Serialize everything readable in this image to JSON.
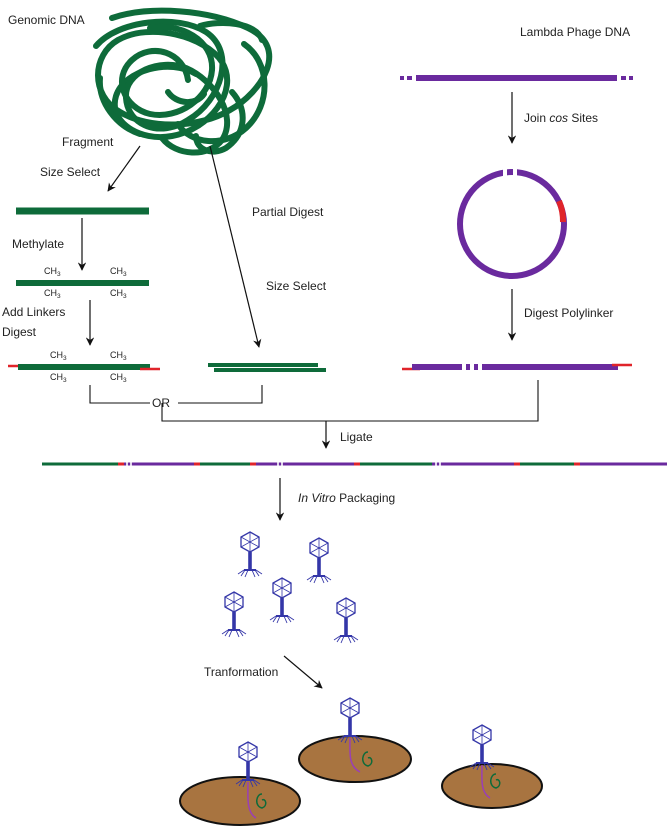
{
  "labels": {
    "genomic_dna": "Genomic DNA",
    "lambda_dna": "Lambda Phage DNA",
    "fragment": "Fragment",
    "size_select_1": "Size Select",
    "methylate": "Methylate",
    "add_linkers": "Add Linkers",
    "digest": "Digest",
    "partial_digest": "Partial Digest",
    "size_select_2": "Size Select",
    "join_cos_pre": "Join ",
    "join_cos_italic": "cos",
    "join_cos_post": " Sites",
    "digest_polylinker": "Digest Polylinker",
    "or": "OR",
    "ligate": "Ligate",
    "packaging_italic": "In Vitro",
    "packaging_post": " Packaging",
    "transformation": "Tranformation",
    "ch": "CH",
    "three": "3"
  },
  "colors": {
    "genomic": "#0e6b3a",
    "lambda": "#6a2a9e",
    "sticky_end": "#e0242a",
    "phage": "#3436a8",
    "cell_fill": "#a87440",
    "cell_stroke": "#111111"
  },
  "icons": {
    "phage": "bacteriophage-icon",
    "cell": "bacterial-cell-icon",
    "tangle": "tangled-dna-icon",
    "circle": "circular-lambda-dna-icon"
  }
}
